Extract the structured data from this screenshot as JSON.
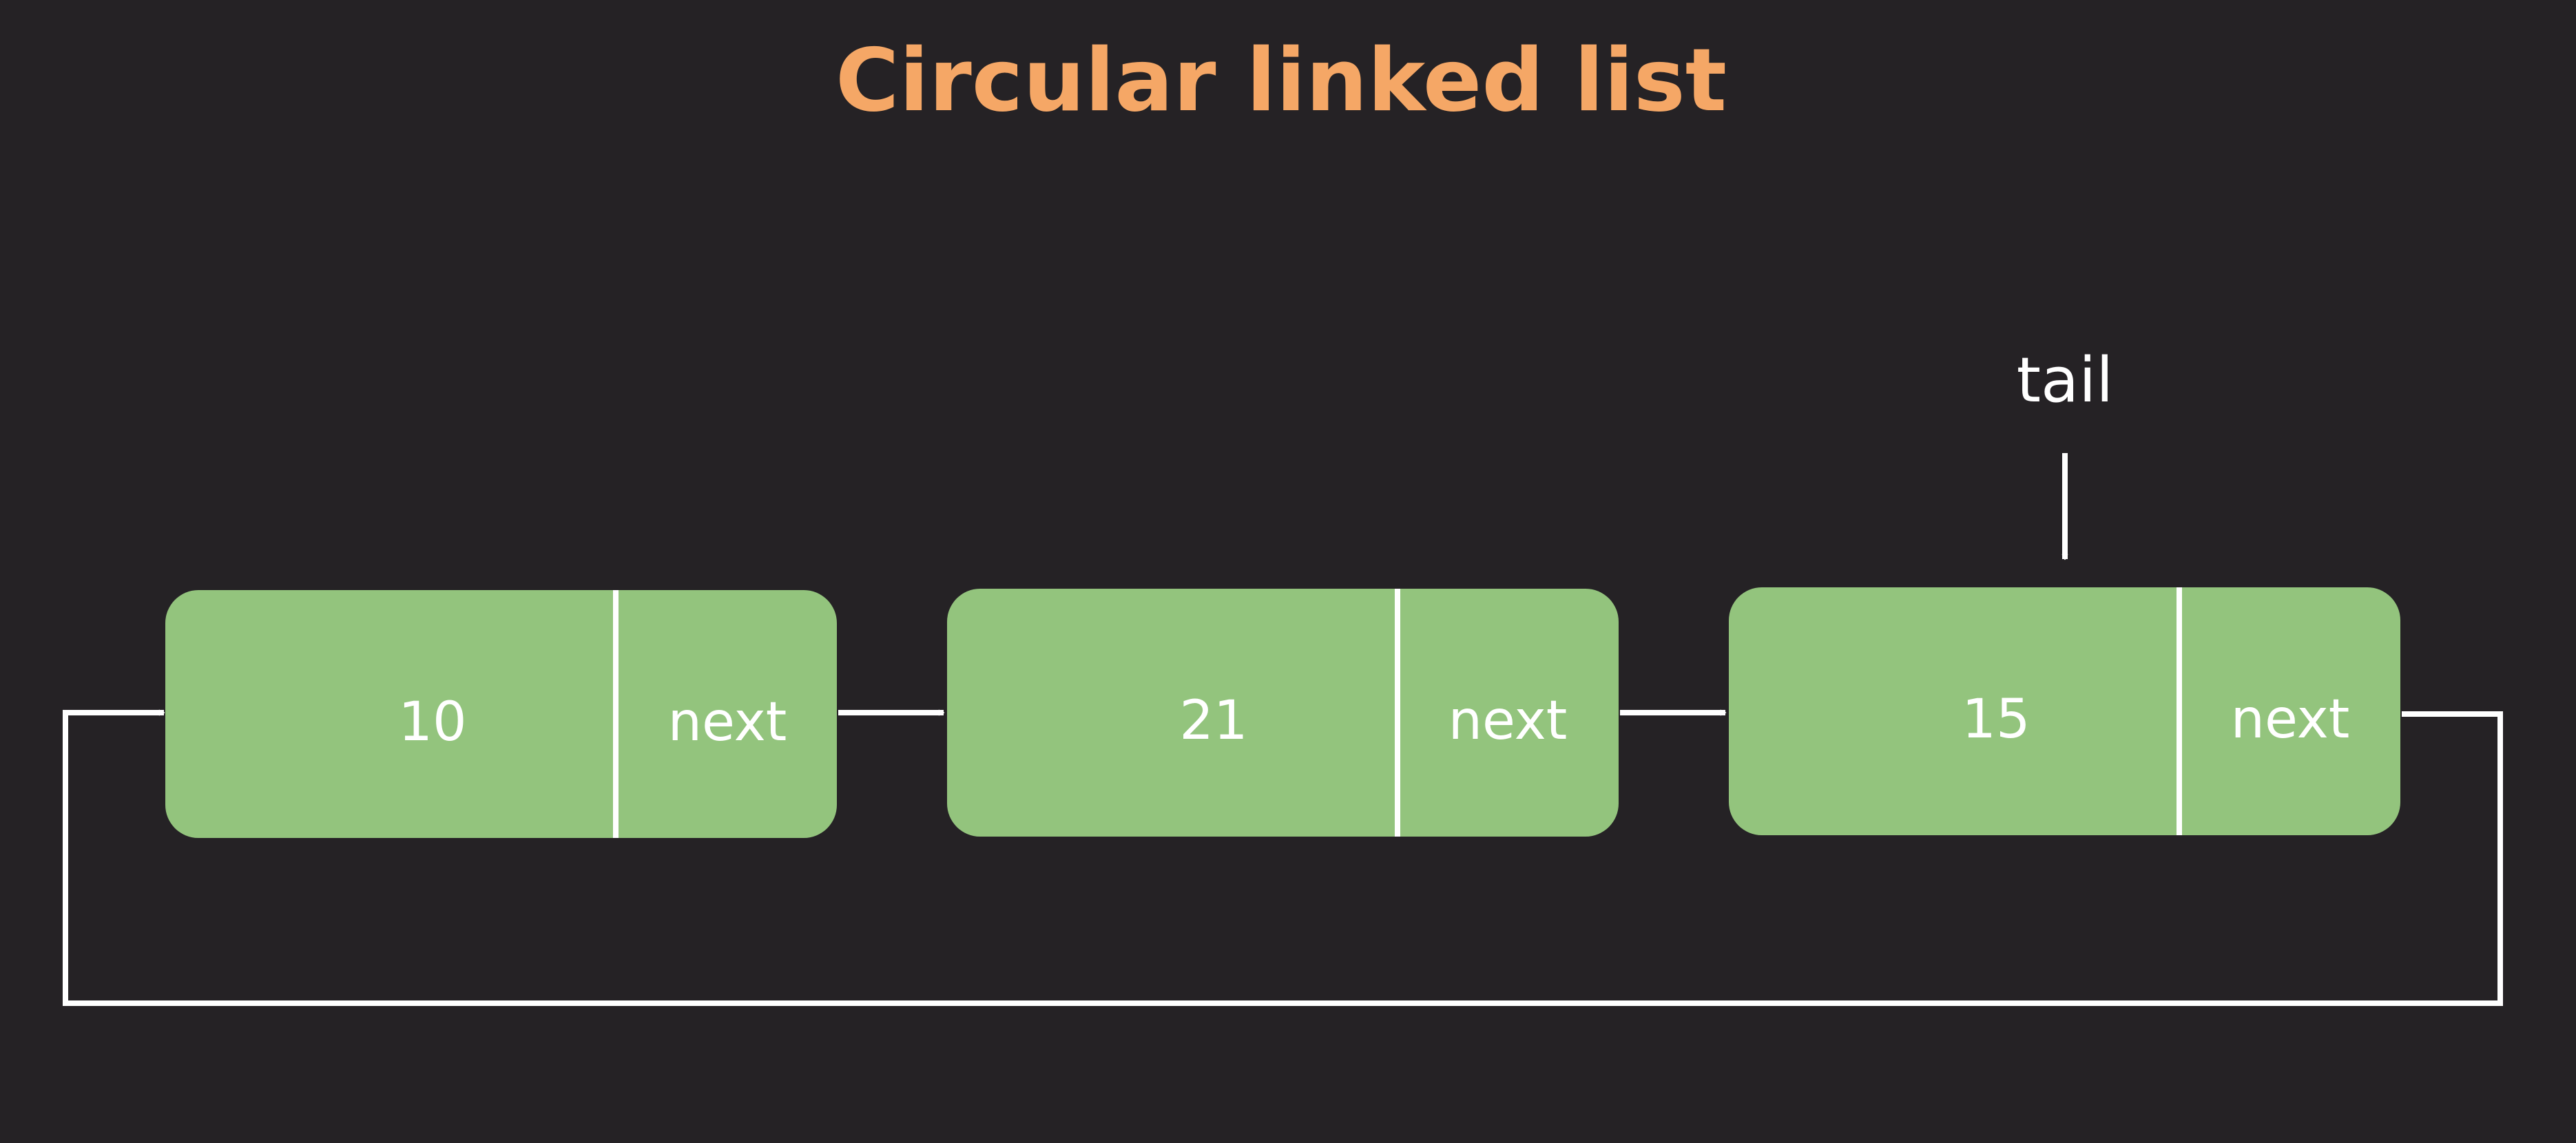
{
  "title": "Circular linked list",
  "nodes": [
    {
      "value": "10",
      "pointer_label": "next"
    },
    {
      "value": "21",
      "pointer_label": "next"
    },
    {
      "value": "15",
      "pointer_label": "next"
    }
  ],
  "tail_label": "tail",
  "colors": {
    "background": "#252225",
    "title": "#f5a766",
    "node_fill": "#93c47d",
    "node_text": "#ffffff",
    "lines": "#ffffff"
  }
}
